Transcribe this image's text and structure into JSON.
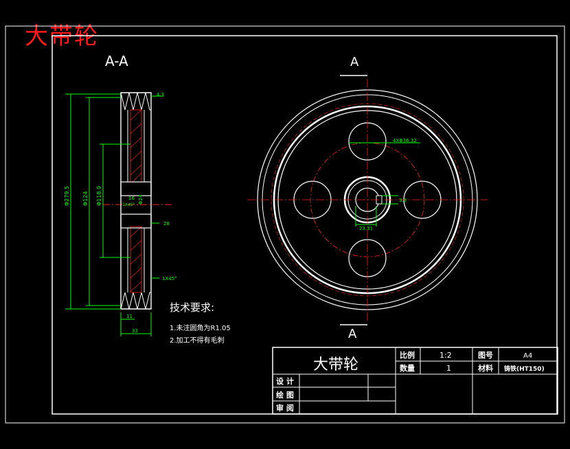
{
  "page_title": "大带轮",
  "section_label": "A-A",
  "section_mark": "A",
  "dims": {
    "d1": "Φ279.5",
    "d2": "Φ124",
    "d3": "Φ118.9",
    "d4": "Φ24",
    "d5": "16",
    "d6": "1X45°",
    "d7": "28",
    "d8": "1X45°",
    "d9": "11",
    "d10": "33",
    "d11": "4.3",
    "d12": "4XΦ36.32",
    "d13": "23.31",
    "d14": "3.3"
  },
  "tech": {
    "heading": "技术要求:",
    "line1": "1.未注圆角为R1.05",
    "line2": "2.加工不得有毛刺"
  },
  "title_block": {
    "name": "大带轮",
    "scale_label": "比例",
    "scale_value": "1:2",
    "drawing_no_label": "图号",
    "drawing_no_value": "A4",
    "qty_label": "数量",
    "qty_value": "1",
    "material_label": "材料",
    "material_value": "铸铁(HT150)",
    "design_label": "设 计",
    "drawing_label": "绘 图",
    "review_label": "审 阅"
  }
}
